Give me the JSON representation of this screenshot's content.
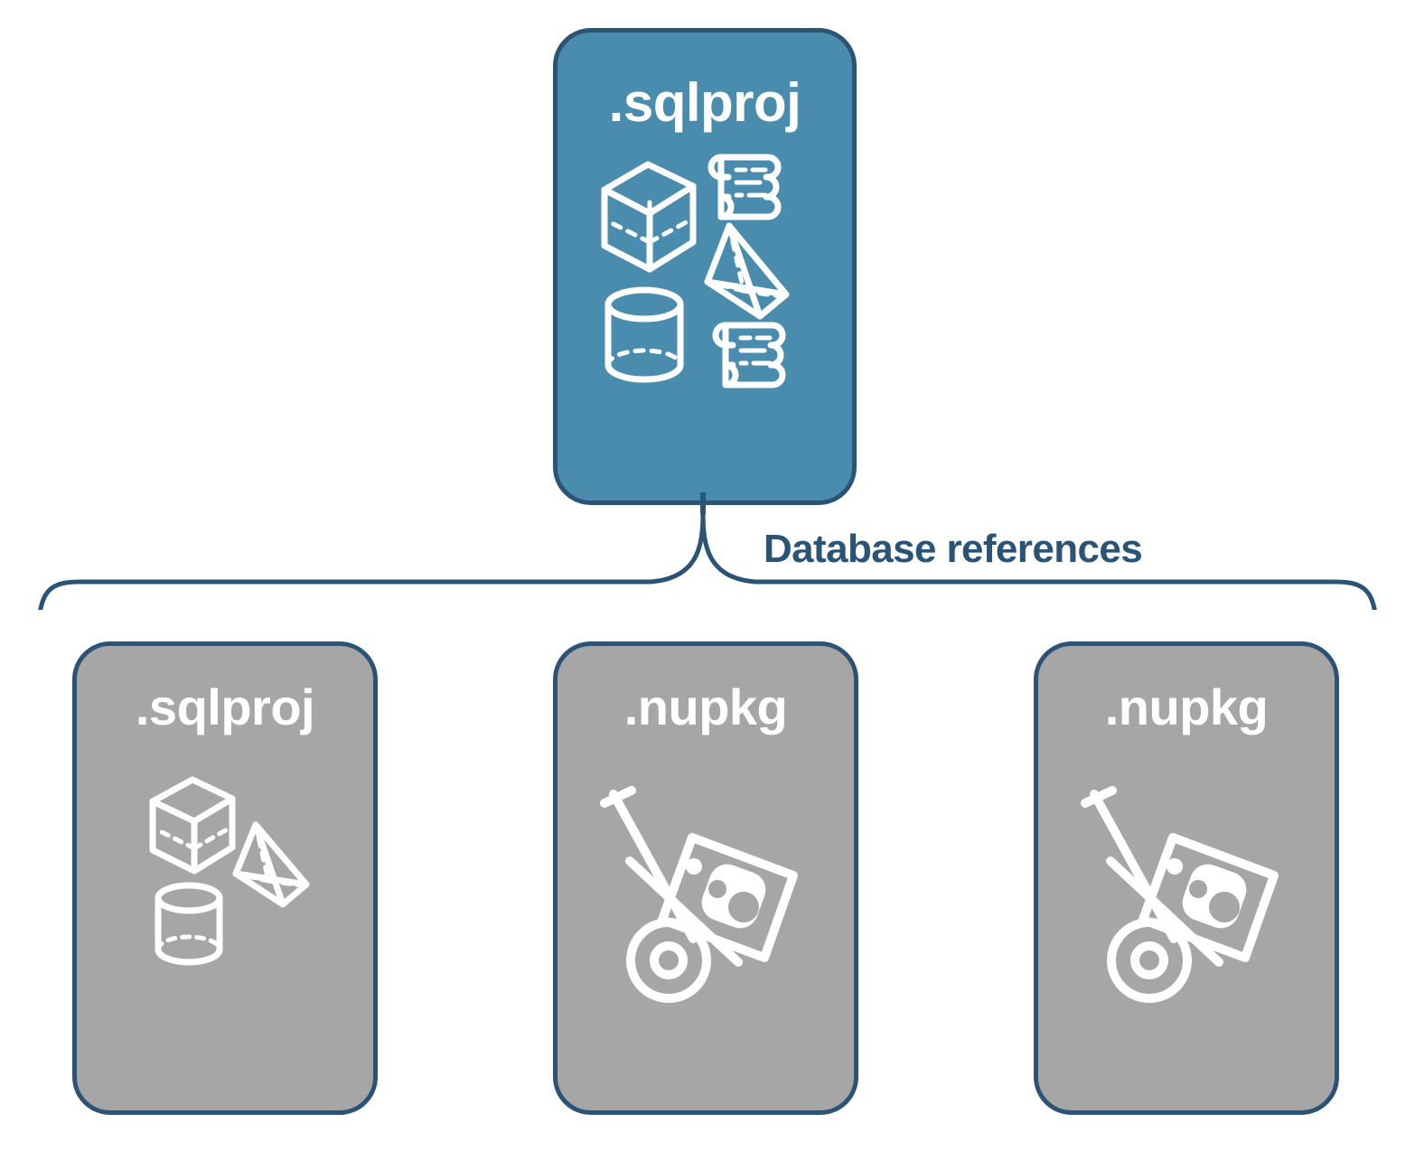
{
  "diagram": {
    "type": "hierarchy",
    "title_node": {
      "label": ".sqlproj",
      "fill_color": "#4a8cae",
      "border_color": "#2b5375",
      "text_color": "#ffffff",
      "icons": [
        "cube-icon",
        "scroll-icon",
        "pyramid-icon",
        "cylinder-icon",
        "scroll-icon"
      ]
    },
    "connector": {
      "label": "Database references",
      "label_color": "#2b5375",
      "stroke_color": "#2b5375",
      "shape": "curly-brace"
    },
    "reference_nodes": [
      {
        "label": ".sqlproj",
        "fill_color": "#a6a6a6",
        "border_color": "#2b5375",
        "text_color": "#ffffff",
        "icons": [
          "cube-icon",
          "pyramid-icon",
          "cylinder-icon"
        ]
      },
      {
        "label": ".nupkg",
        "fill_color": "#a6a6a6",
        "border_color": "#2b5375",
        "text_color": "#ffffff",
        "icons": [
          "hand-truck-icon",
          "nuget-package-icon"
        ]
      },
      {
        "label": ".nupkg",
        "fill_color": "#a6a6a6",
        "border_color": "#2b5375",
        "text_color": "#ffffff",
        "icons": [
          "hand-truck-icon",
          "nuget-package-icon"
        ]
      }
    ]
  }
}
